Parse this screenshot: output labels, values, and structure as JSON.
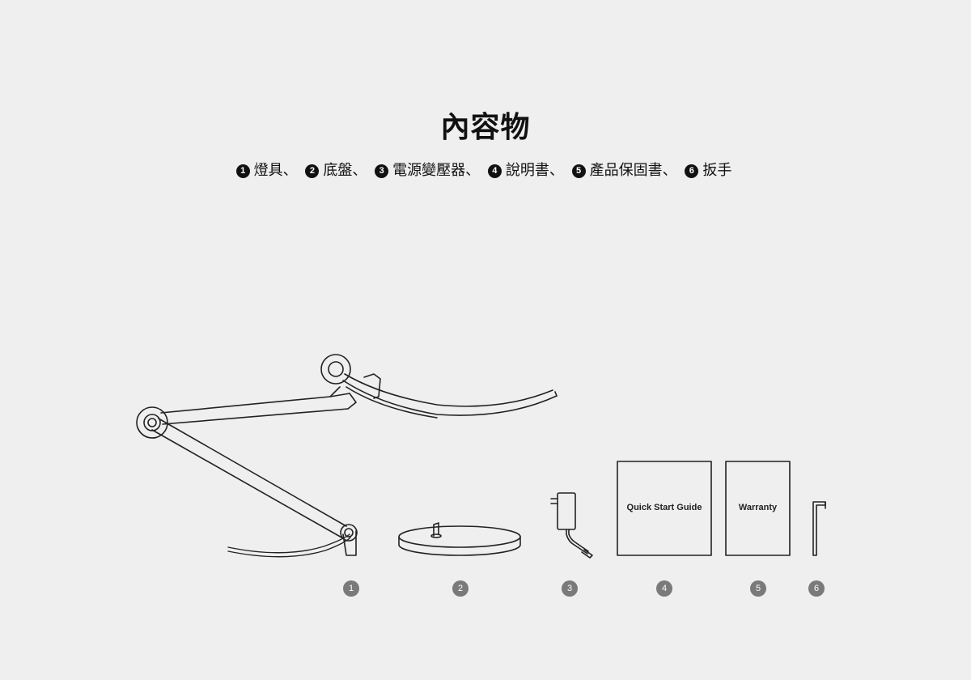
{
  "heading": "內容物",
  "items": [
    {
      "num": "1",
      "name": "燈具",
      "sep": "、"
    },
    {
      "num": "2",
      "name": "底盤",
      "sep": "、"
    },
    {
      "num": "3",
      "name": "電源變壓器",
      "sep": "、"
    },
    {
      "num": "4",
      "name": "說明書",
      "sep": "、"
    },
    {
      "num": "5",
      "name": "產品保固書",
      "sep": "、"
    },
    {
      "num": "6",
      "name": "扳手",
      "sep": ""
    }
  ],
  "illustrations": {
    "guide_label": "Quick Start Guide",
    "warranty_label": "Warranty"
  },
  "badges": [
    "1",
    "2",
    "3",
    "4",
    "5",
    "6"
  ],
  "colors": {
    "background": "#efefef",
    "text": "#111111",
    "badge": "#7a7a7a"
  }
}
